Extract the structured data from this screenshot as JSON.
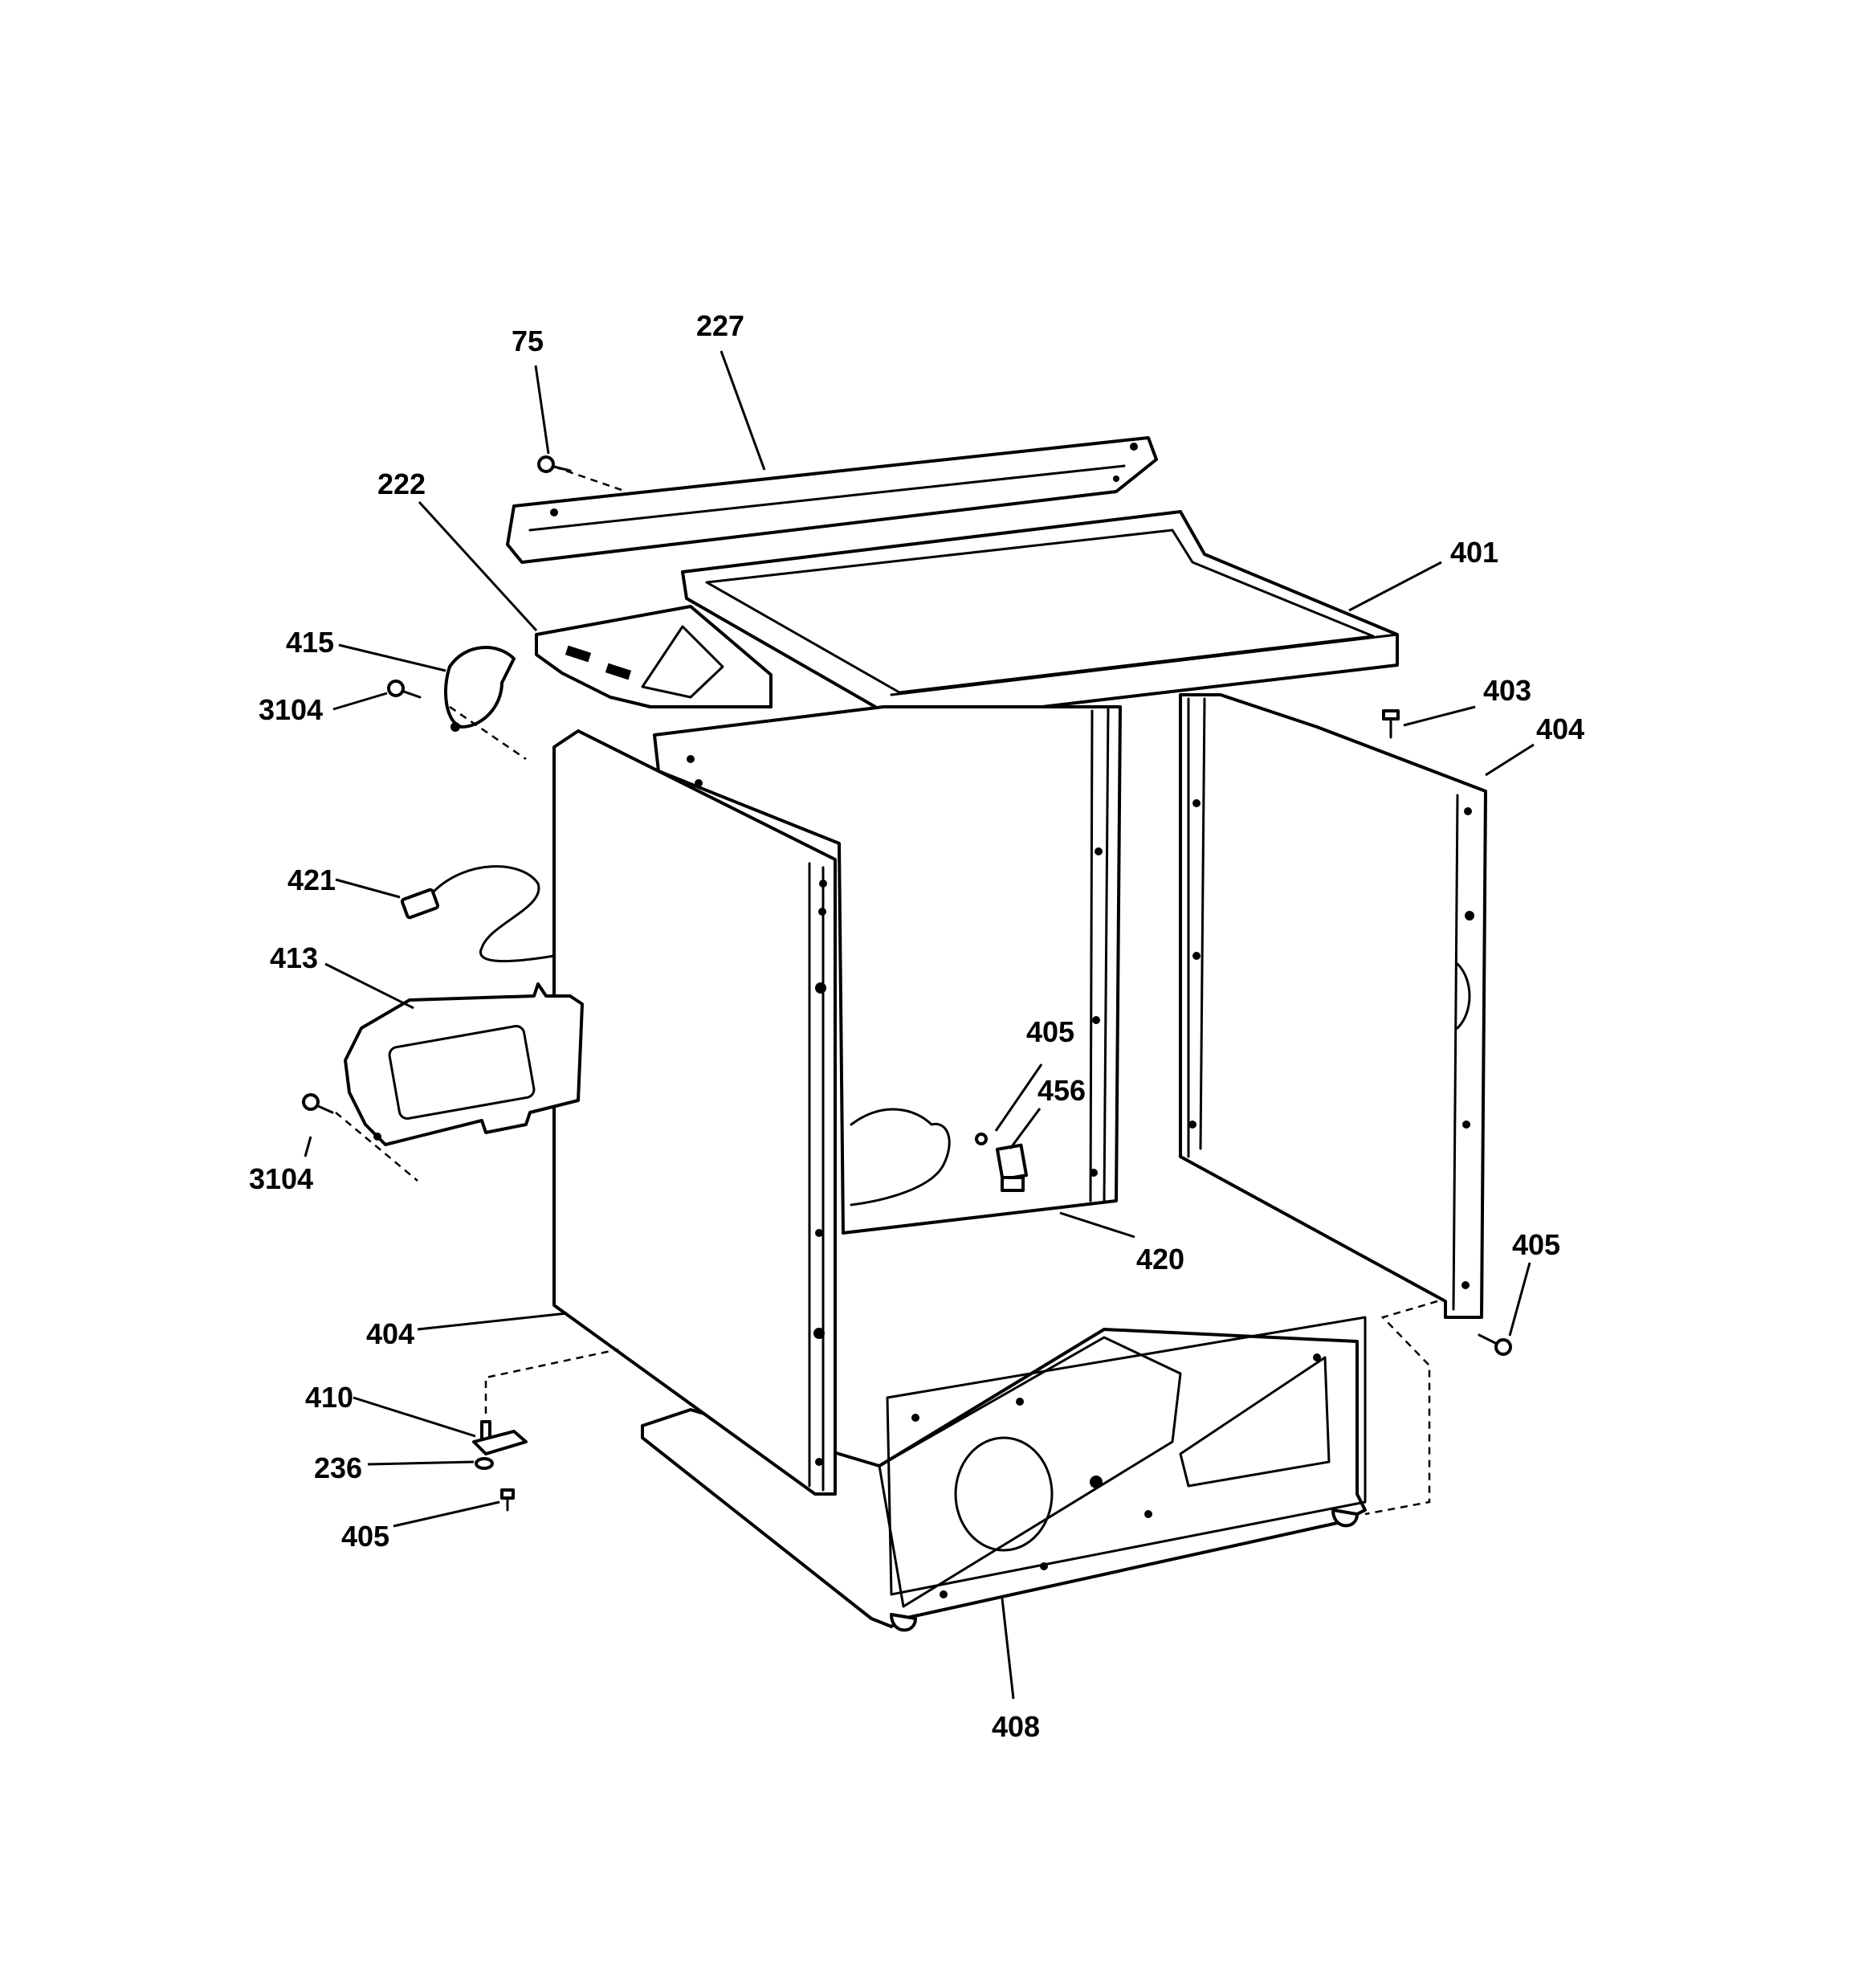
{
  "diagram": {
    "callouts": {
      "c75": "75",
      "c227": "227",
      "c222": "222",
      "c401": "401",
      "c415": "415",
      "c3104_upper": "3104",
      "c403": "403",
      "c404_right": "404",
      "c421": "421",
      "c413": "413",
      "c405_center": "405",
      "c456": "456",
      "c3104_lower": "3104",
      "c420": "420",
      "c405_right": "405",
      "c404_left": "404",
      "c410": "410",
      "c236": "236",
      "c405_left": "405",
      "c408": "408"
    }
  }
}
